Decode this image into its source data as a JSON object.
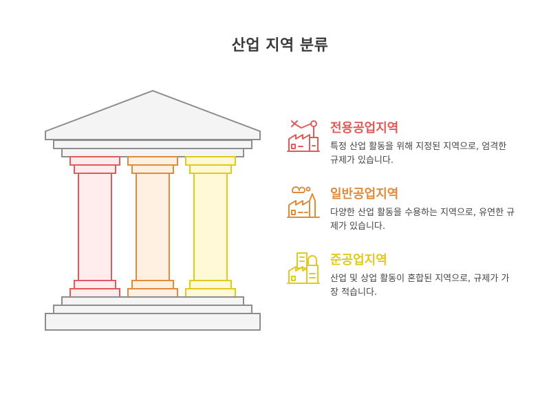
{
  "title": "산업 지역 분류",
  "colors": {
    "red": "#e05a5a",
    "orange": "#e08a3a",
    "yellow": "#e3c81e",
    "gray": "#8c8c8c"
  },
  "items": [
    {
      "heading": "전용공업지역",
      "description": "특정 산업 활동을 위해 지정된 지역으로, 엄격한 규제가 있습니다.",
      "icon": "industrial-robot-factory-icon",
      "color": "#e05a5a"
    },
    {
      "heading": "일반공업지역",
      "description": "다양한 산업 활동을 수용하는 지역으로, 유연한 규제가 있습니다.",
      "icon": "factory-smoke-icon",
      "color": "#e08a3a"
    },
    {
      "heading": "준공업지역",
      "description": "산업 및 상업 활동이 혼합된 지역으로, 규제가 가장 적습니다.",
      "icon": "mixed-building-factory-icon",
      "color": "#e3c81e"
    }
  ]
}
